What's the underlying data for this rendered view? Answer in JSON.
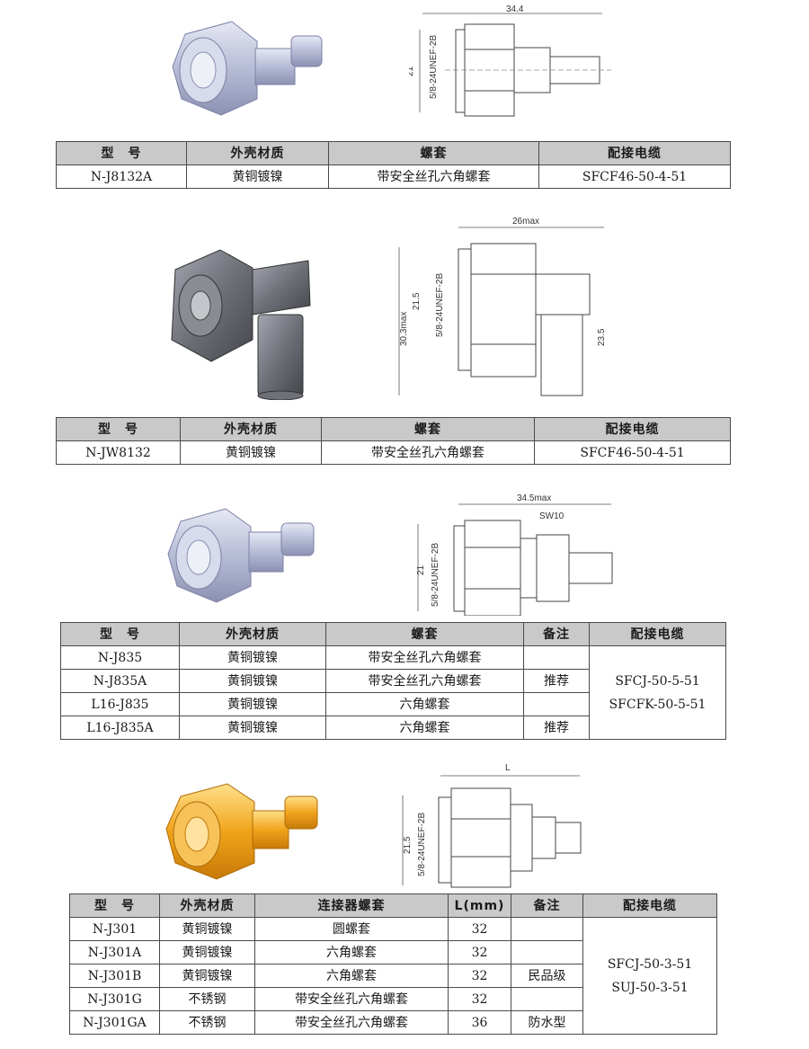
{
  "sections": [
    {
      "drawing": {
        "width_dim": "34.4",
        "height_dim": "21",
        "thread": "5/8-24UNEF-2B"
      },
      "headers": [
        "型　号",
        "外壳材质",
        "螺套",
        "配接电缆"
      ],
      "rows": [
        [
          "N-J8132A",
          "黄铜镀镍",
          "带安全丝孔六角螺套",
          "SFCF46-50-4-51"
        ]
      ]
    },
    {
      "drawing": {
        "width_dim": "26max",
        "height_dim": "21.5",
        "overall_height": "30.3max",
        "thread": "5/8-24UNEF-2B",
        "side_dim": "23.5"
      },
      "headers": [
        "型　号",
        "外壳材质",
        "螺套",
        "配接电缆"
      ],
      "rows": [
        [
          "N-JW8132",
          "黄铜镀镍",
          "带安全丝孔六角螺套",
          "SFCF46-50-4-51"
        ]
      ]
    },
    {
      "drawing": {
        "width_dim": "34.5max",
        "height_dim": "21",
        "thread": "5/8-24UNEF-2B",
        "hex": "SW10"
      },
      "headers": [
        "型　号",
        "外壳材质",
        "螺套",
        "备注",
        "配接电缆"
      ],
      "rows": [
        [
          "N-J835",
          "黄铜镀镍",
          "带安全丝孔六角螺套",
          ""
        ],
        [
          "N-J835A",
          "黄铜镀镍",
          "带安全丝孔六角螺套",
          "推荐"
        ],
        [
          "L16-J835",
          "黄铜镀镍",
          "六角螺套",
          ""
        ],
        [
          "L16-J835A",
          "黄铜镀镍",
          "六角螺套",
          "推荐"
        ]
      ],
      "cables": [
        "SFCJ-50-5-51",
        "SFCFK-50-5-51"
      ]
    },
    {
      "drawing": {
        "width_dim": "L",
        "height_dim": "21.5",
        "thread": "5/8-24UNEF-2B"
      },
      "headers": [
        "型　号",
        "外壳材质",
        "连接器螺套",
        "L(mm)",
        "备注",
        "配接电缆"
      ],
      "rows": [
        [
          "N-J301",
          "黄铜镀镍",
          "圆螺套",
          "32",
          ""
        ],
        [
          "N-J301A",
          "黄铜镀镍",
          "六角螺套",
          "32",
          ""
        ],
        [
          "N-J301B",
          "黄铜镀镍",
          "六角螺套",
          "32",
          "民品级"
        ],
        [
          "N-J301G",
          "不锈钢",
          "带安全丝孔六角螺套",
          "32",
          ""
        ],
        [
          "N-J301GA",
          "不锈钢",
          "带安全丝孔六角螺套",
          "36",
          "防水型"
        ]
      ],
      "cables": [
        "SFCJ-50-3-51",
        "SUJ-50-3-51"
      ]
    }
  ],
  "colors": {
    "header_bg": "#c9c9c9",
    "steel": "#b7bcd6",
    "dark_steel": "#6e7078",
    "brass": "#f0a41c"
  }
}
